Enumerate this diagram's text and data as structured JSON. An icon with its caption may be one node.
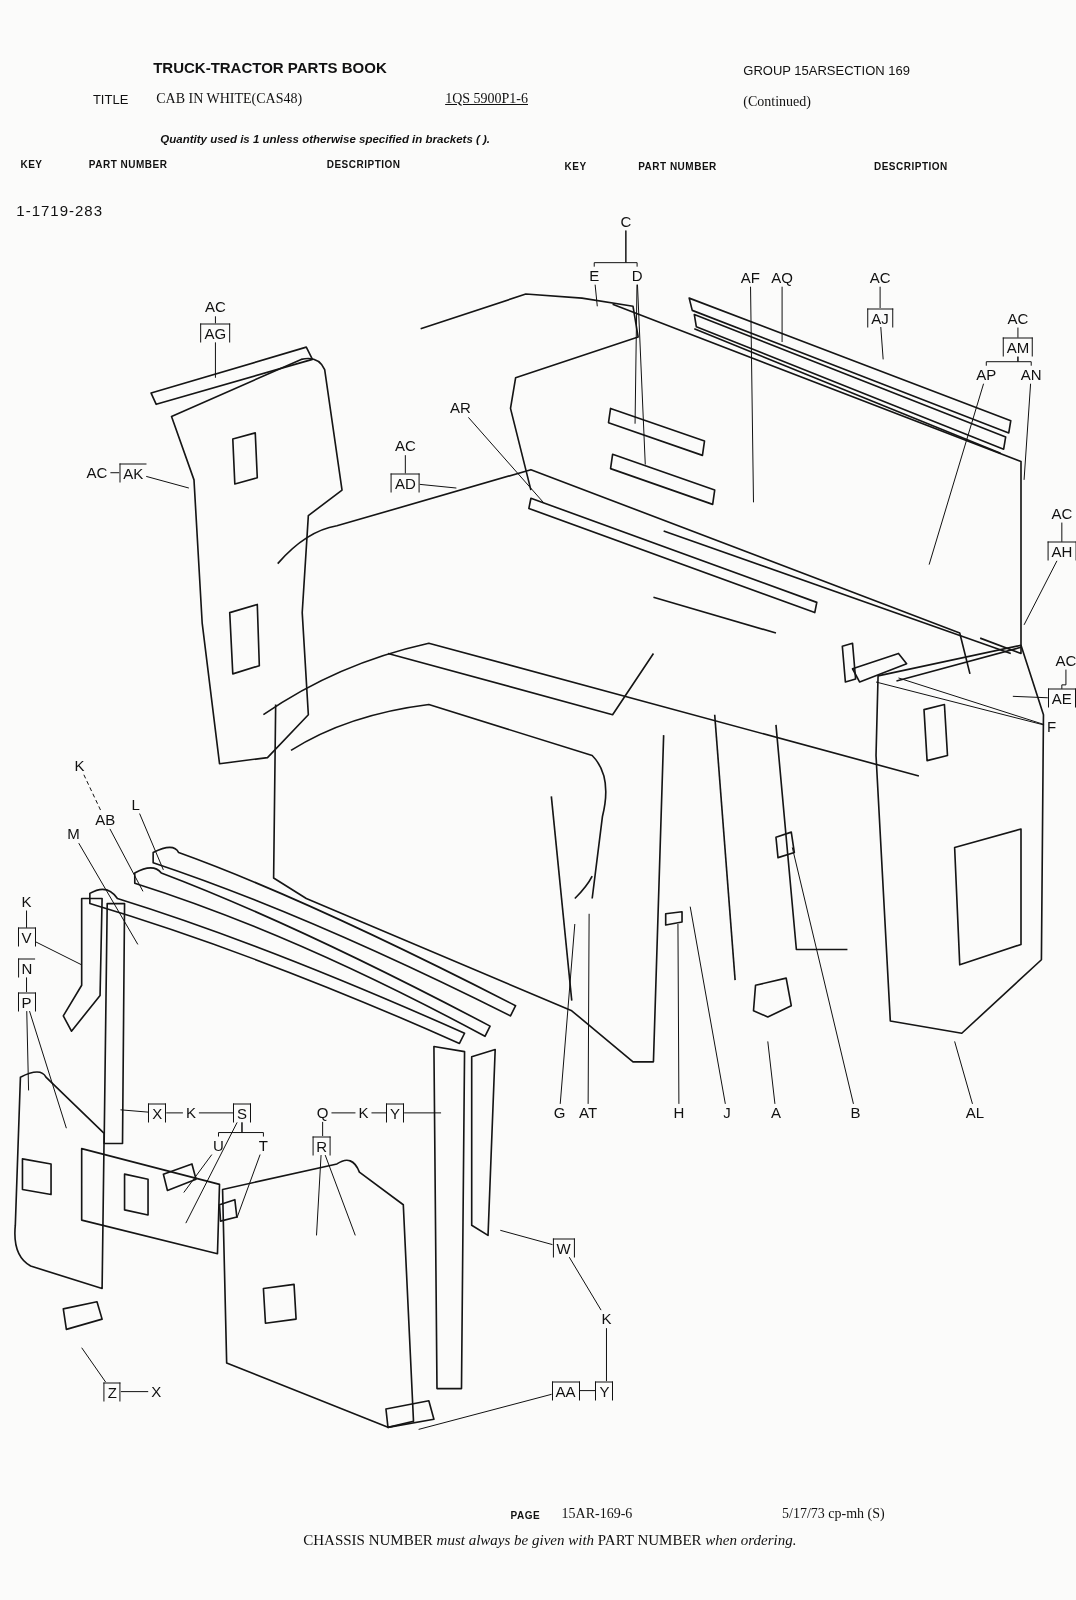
{
  "diagram": {
    "nodes": [
      {
        "text": [
          "C"
        ]
      },
      {
        "text": [
          "E"
        ]
      },
      {
        "text": [
          "D"
        ]
      },
      {
        "text": [
          "AF"
        ]
      },
      {
        "text": [
          "AQ"
        ]
      },
      {
        "text": [
          "AC"
        ]
      },
      {
        "text": [
          "AJ"
        ]
      },
      {
        "text": [
          "AC"
        ]
      },
      {
        "text": [
          "AG"
        ]
      },
      {
        "text": [
          "AC"
        ]
      },
      {
        "text": [
          "AM"
        ]
      },
      {
        "text": [
          "AP"
        ]
      },
      {
        "text": [
          "AN"
        ]
      },
      {
        "text": [
          "AR"
        ]
      },
      {
        "text": [
          "AC"
        ]
      },
      {
        "text": [
          "AD"
        ]
      },
      {
        "text": [
          "AC"
        ]
      },
      {
        "text": [
          "AK"
        ]
      },
      {
        "text": [
          "AC"
        ]
      },
      {
        "text": [
          "AH"
        ]
      },
      {
        "text": [
          "AC"
        ]
      },
      {
        "text": [
          "AE"
        ]
      },
      {
        "text": [
          "F"
        ]
      },
      {
        "text": [
          "K"
        ]
      },
      {
        "text": [
          "AB"
        ]
      },
      {
        "text": [
          "L"
        ]
      },
      {
        "text": [
          "M"
        ]
      },
      {
        "text": [
          "K"
        ]
      },
      {
        "text": [
          "V"
        ]
      },
      {
        "text": [
          "N"
        ]
      },
      {
        "text": [
          "P"
        ]
      },
      {
        "text": [
          "X"
        ]
      },
      {
        "text": [
          "K"
        ]
      },
      {
        "text": [
          "S"
        ]
      },
      {
        "text": [
          "U"
        ]
      },
      {
        "text": [
          "T"
        ]
      },
      {
        "text": [
          "Q"
        ]
      },
      {
        "text": [
          "K"
        ]
      },
      {
        "text": [
          "Y"
        ]
      },
      {
        "text": [
          "R"
        ]
      },
      {
        "text": [
          "G"
        ]
      },
      {
        "text": [
          "AT"
        ]
      },
      {
        "text": [
          "H"
        ]
      },
      {
        "text": [
          "J"
        ]
      },
      {
        "text": [
          "A"
        ]
      },
      {
        "text": [
          "B"
        ]
      },
      {
        "text": [
          "AL"
        ]
      },
      {
        "text": [
          "W"
        ]
      },
      {
        "text": [
          "K"
        ]
      },
      {
        "text": [
          "Z"
        ]
      },
      {
        "text": [
          "X"
        ]
      },
      {
        "text": [
          "AA"
        ]
      },
      {
        "text": [
          "Y"
        ]
      }
    ],
    "edges": [
      {
        "from": 0,
        "to": 1,
        "arrow": "none"
      },
      {
        "from": 0,
        "to": 2,
        "arrow": "none"
      },
      {
        "from": 5,
        "to": 6,
        "arrow": "none"
      },
      {
        "from": 7,
        "to": 8,
        "arrow": "none"
      },
      {
        "from": 9,
        "to": 10,
        "arrow": "none"
      },
      {
        "from": 10,
        "to": 11,
        "arrow": "none"
      },
      {
        "from": 10,
        "to": 12,
        "arrow": "none"
      },
      {
        "from": 14,
        "to": 15,
        "arrow": "none"
      },
      {
        "from": 16,
        "to": 17,
        "arrow": "none"
      },
      {
        "from": 18,
        "to": 19,
        "arrow": "none"
      },
      {
        "from": 20,
        "to": 21,
        "arrow": "none"
      },
      {
        "from": 23,
        "to": 24,
        "arrow": "none",
        "style": "dashed"
      },
      {
        "from": 27,
        "to": 28,
        "arrow": "none"
      },
      {
        "from": 29,
        "to": 30,
        "arrow": "none"
      },
      {
        "from": 31,
        "to": 32,
        "arrow": "none"
      },
      {
        "from": 32,
        "to": 33,
        "arrow": "none"
      },
      {
        "from": 33,
        "to": 34,
        "arrow": "none"
      },
      {
        "from": 33,
        "to": 35,
        "arrow": "none"
      },
      {
        "from": 36,
        "to": 37,
        "arrow": "none"
      },
      {
        "from": 37,
        "to": 38,
        "arrow": "none"
      },
      {
        "from": 36,
        "to": 39,
        "arrow": "none"
      },
      {
        "from": 47,
        "to": 48,
        "arrow": "none"
      },
      {
        "from": 48,
        "to": 52,
        "arrow": "none"
      },
      {
        "from": 49,
        "to": 50,
        "arrow": "none"
      },
      {
        "from": 51,
        "to": 52,
        "arrow": "none"
      },
      {
        "from": 1,
        "to": null,
        "arrow": "none"
      },
      {
        "from": 2,
        "to": null,
        "arrow": "none"
      },
      {
        "from": 2,
        "to": null,
        "arrow": "none"
      },
      {
        "from": 3,
        "to": null,
        "arrow": "none"
      },
      {
        "from": 4,
        "to": null,
        "arrow": "none"
      },
      {
        "from": 6,
        "to": null,
        "arrow": "none"
      },
      {
        "from": 8,
        "to": null,
        "arrow": "none"
      },
      {
        "from": 17,
        "to": null,
        "arrow": "none"
      },
      {
        "from": 15,
        "to": null,
        "arrow": "none"
      },
      {
        "from": 13,
        "to": null,
        "arrow": "none"
      },
      {
        "from": 11,
        "to": null,
        "arrow": "none"
      },
      {
        "from": 12,
        "to": null,
        "arrow": "none"
      },
      {
        "from": 19,
        "to": null,
        "arrow": "none"
      },
      {
        "from": 21,
        "to": null,
        "arrow": "none"
      },
      {
        "from": 22,
        "to": null,
        "arrow": "none"
      },
      {
        "from": 22,
        "to": null,
        "arrow": "none"
      },
      {
        "from": 24,
        "to": null,
        "arrow": "none"
      },
      {
        "from": 25,
        "to": null,
        "arrow": "none"
      },
      {
        "from": 26,
        "to": null,
        "arrow": "none"
      },
      {
        "from": 28,
        "to": null,
        "arrow": "none"
      },
      {
        "from": 30,
        "to": null,
        "arrow": "none"
      },
      {
        "from": 30,
        "to": null,
        "arrow": "none"
      },
      {
        "from": 31,
        "to": null,
        "arrow": "none"
      },
      {
        "from": 34,
        "to": null,
        "arrow": "none"
      },
      {
        "from": 33,
        "to": null,
        "arrow": "none"
      },
      {
        "from": 35,
        "to": null,
        "arrow": "none"
      },
      {
        "from": 38,
        "to": null,
        "arrow": "none"
      },
      {
        "from": 39,
        "to": null,
        "arrow": "none"
      },
      {
        "from": 39,
        "to": null,
        "arrow": "none"
      },
      {
        "from": 40,
        "to": null,
        "arrow": "none"
      },
      {
        "from": 41,
        "to": null,
        "arrow": "none"
      },
      {
        "from": 42,
        "to": null,
        "arrow": "none"
      },
      {
        "from": 43,
        "to": null,
        "arrow": "none"
      },
      {
        "from": 44,
        "to": null,
        "arrow": "none"
      },
      {
        "from": 45,
        "to": null,
        "arrow": "none"
      },
      {
        "from": 46,
        "to": null,
        "arrow": "none"
      },
      {
        "from": 47,
        "to": null,
        "arrow": "none"
      },
      {
        "from": 49,
        "to": null,
        "arrow": "none"
      },
      {
        "from": 51,
        "to": null,
        "arrow": "none"
      }
    ],
    "labels": [
      "TRUCK-TRACTOR PARTS BOOK",
      "GROUP 15ARSECTION 169",
      "TITLE",
      "CAB IN WHITE(CAS48)",
      "1QS 5900P1-6",
      "(Continued)",
      "Quantity used is 1 unless otherwise specified in brackets ( ).",
      "KEY",
      "PART NUMBER",
      "DESCRIPTION",
      "KEY",
      "PART NUMBER",
      "DESCRIPTION",
      "1-1719-283",
      "PAGE",
      "15AR-169-6",
      "5/17/73 cp-mh (S)",
      "CHASSIS NUMBER *must always be given with* PART NUMBER *when ordering.*"
    ]
  }
}
